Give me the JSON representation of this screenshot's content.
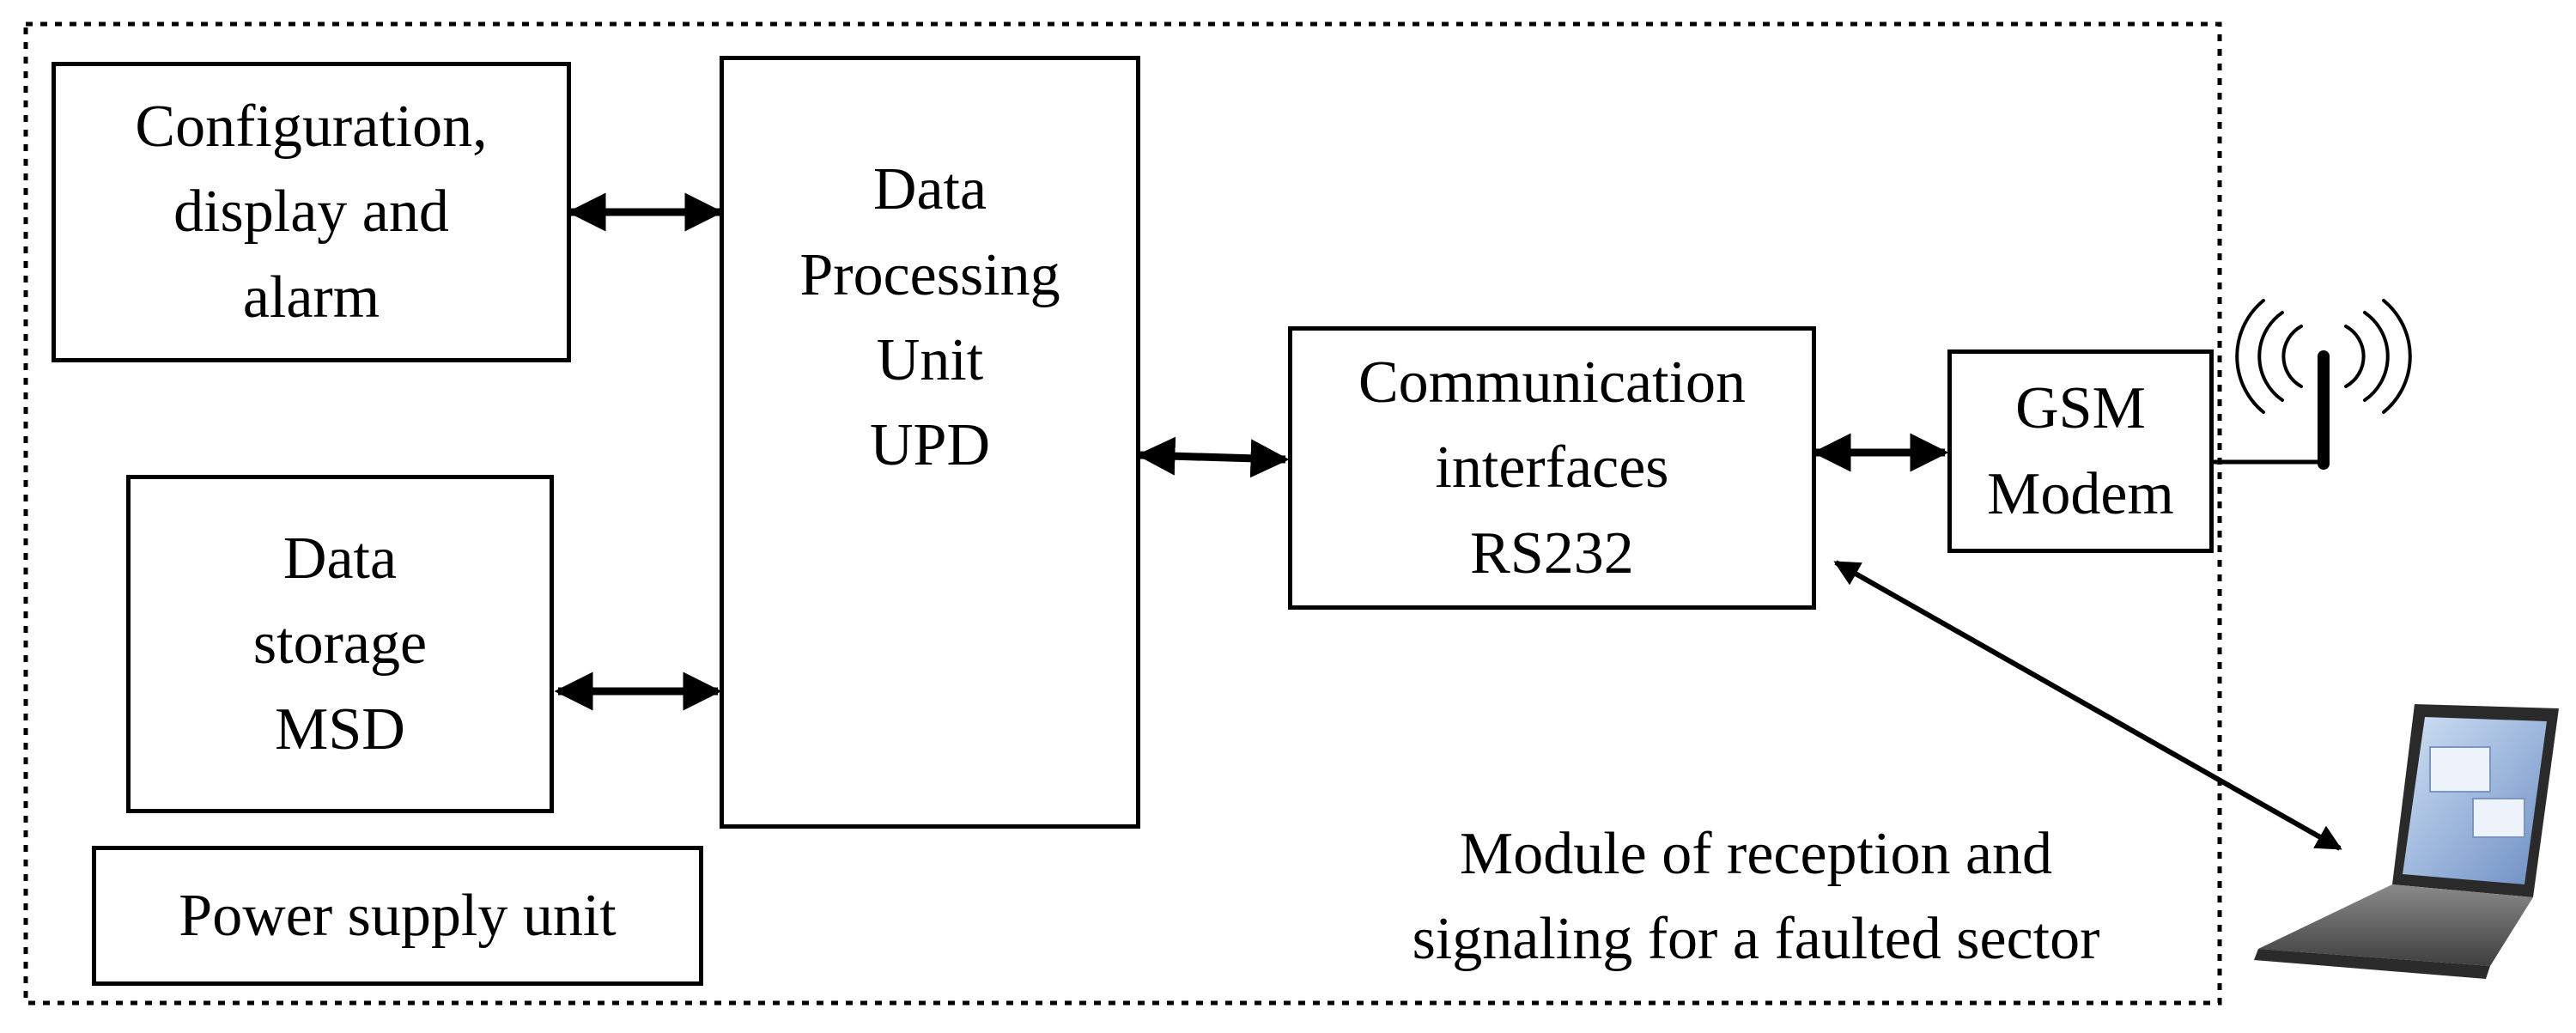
{
  "blocks": {
    "config": "Configuration,\ndisplay and\nalarm",
    "storage": "Data\nstorage\nMSD",
    "power": "Power supply unit",
    "upd": "Data\nProcessing\nUnit\nUPD",
    "comm": "Communication\ninterfaces\nRS232",
    "gsm": "GSM\nModem"
  },
  "module_label": "Module of reception and\nsignaling for a faulted sector",
  "icons": {
    "antenna": "antenna-icon",
    "laptop": "laptop-icon"
  }
}
